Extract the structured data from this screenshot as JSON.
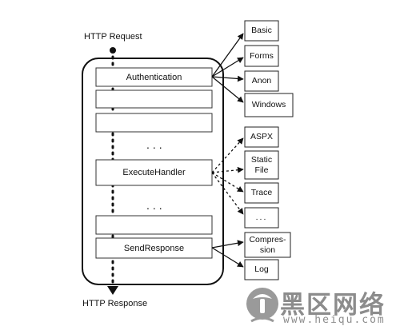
{
  "labels": {
    "request": "HTTP Request",
    "response": "HTTP Response",
    "ellipsis_top": "...",
    "ellipsis_mid": "...",
    "ellipsis_ext": "..."
  },
  "pipeline": {
    "stages": [
      "Authentication",
      "",
      "",
      "ExecuteHandler",
      "",
      "SendResponse"
    ]
  },
  "authentication_modules": [
    "Basic",
    "Forms",
    "Anon",
    "Windows"
  ],
  "handlers": [
    "ASPX",
    "Static\nFile",
    "Trace"
  ],
  "response_modules": [
    "Compres-\nsion",
    "Log"
  ],
  "watermark": {
    "text": "黑区网络",
    "url": "www.heiqu.com"
  }
}
